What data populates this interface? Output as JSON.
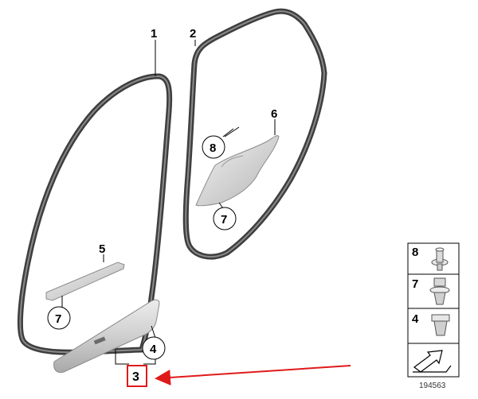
{
  "labels": {
    "part1": "1",
    "part2": "2",
    "part3": "3",
    "part4": "4",
    "part5": "5",
    "part6": "6",
    "part7_front": "7",
    "part7_rear": "7",
    "part8": "8"
  },
  "legend": {
    "items": [
      "8",
      "7",
      "4"
    ]
  },
  "catalog_number": "194563",
  "colors": {
    "seal": "#4a4a4a",
    "trim": "#c8c8c8",
    "highlight": "#e01a1a",
    "line": "#000000"
  },
  "icons": {
    "part8": "push-clip-icon",
    "part7": "expanding-rivet-icon",
    "part4": "clip-nut-icon",
    "arrow": "direction-arrow-icon"
  }
}
